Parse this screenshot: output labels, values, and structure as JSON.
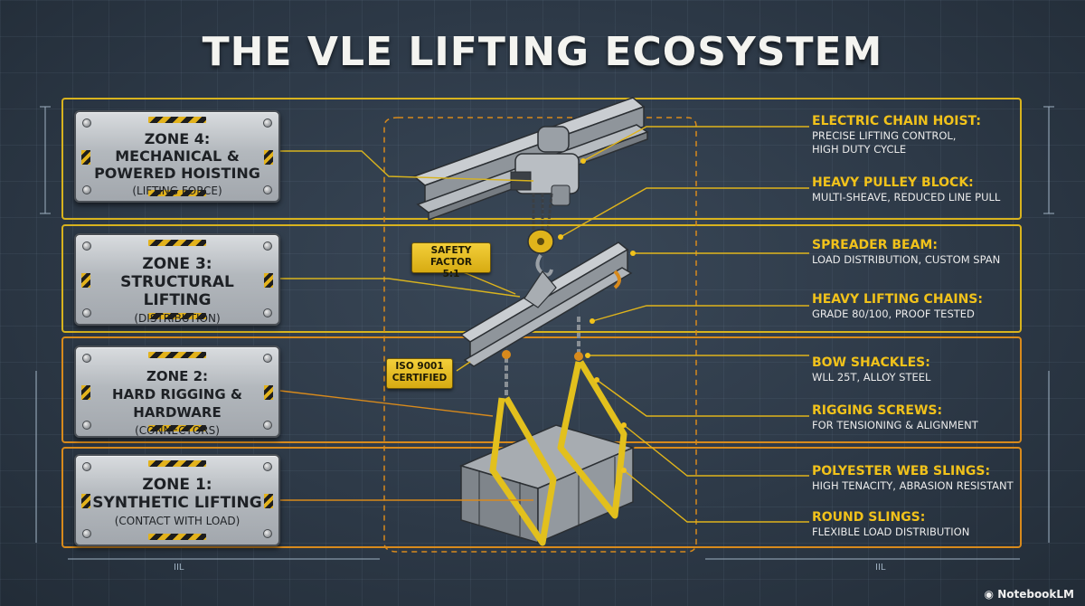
{
  "title": "THE VLE LIFTING ECOSYSTEM",
  "zones": [
    {
      "head": "ZONE 4:\nMECHANICAL &\nPOWERED HOISTING",
      "sub": "(LIFTING FORCE)"
    },
    {
      "head": "ZONE 3:\nSTRUCTURAL LIFTING",
      "sub": "(DISTRIBUTION)"
    },
    {
      "head": "ZONE 2:\nHARD RIGGING & HARDWARE",
      "sub": "(CONNECTORS)"
    },
    {
      "head": "ZONE 1:\nSYNTHETIC LIFTING",
      "sub": "(CONTACT WITH LOAD)"
    }
  ],
  "callouts": [
    {
      "title": "ELECTRIC CHAIN HOIST:",
      "desc": "PRECISE LIFTING CONTROL,\nHIGH DUTY CYCLE"
    },
    {
      "title": "HEAVY PULLEY BLOCK:",
      "desc": "MULTI-SHEAVE, REDUCED LINE PULL"
    },
    {
      "title": "SPREADER BEAM:",
      "desc": "LOAD DISTRIBUTION, CUSTOM SPAN"
    },
    {
      "title": "HEAVY LIFTING CHAINS:",
      "desc": "GRADE 80/100, PROOF TESTED"
    },
    {
      "title": "BOW SHACKLES:",
      "desc": "WLL 25T, ALLOY STEEL"
    },
    {
      "title": "RIGGING SCREWS:",
      "desc": "FOR TENSIONING & ALIGNMENT"
    },
    {
      "title": "POLYESTER WEB SLINGS:",
      "desc": "HIGH TENACITY, ABRASION RESISTANT"
    },
    {
      "title": "ROUND SLINGS:",
      "desc": "FLEXIBLE LOAD DISTRIBUTION"
    }
  ],
  "tags": {
    "safety": "SAFETY FACTOR\n5:1",
    "iso": "ISO 9001\nCERTIFIED"
  },
  "dimensions": {
    "left": "IIL",
    "right": "IIL"
  },
  "watermark": "NotebookLM",
  "colors": {
    "zone_border_upper": "#d8b31e",
    "zone_border_lower": "#d88a1c",
    "callout_title": "#f1c21b",
    "background": "#2f3c4b"
  },
  "icons": [
    "hazard-stripe-icon",
    "screw-icon",
    "notebooklm-logo-icon"
  ]
}
